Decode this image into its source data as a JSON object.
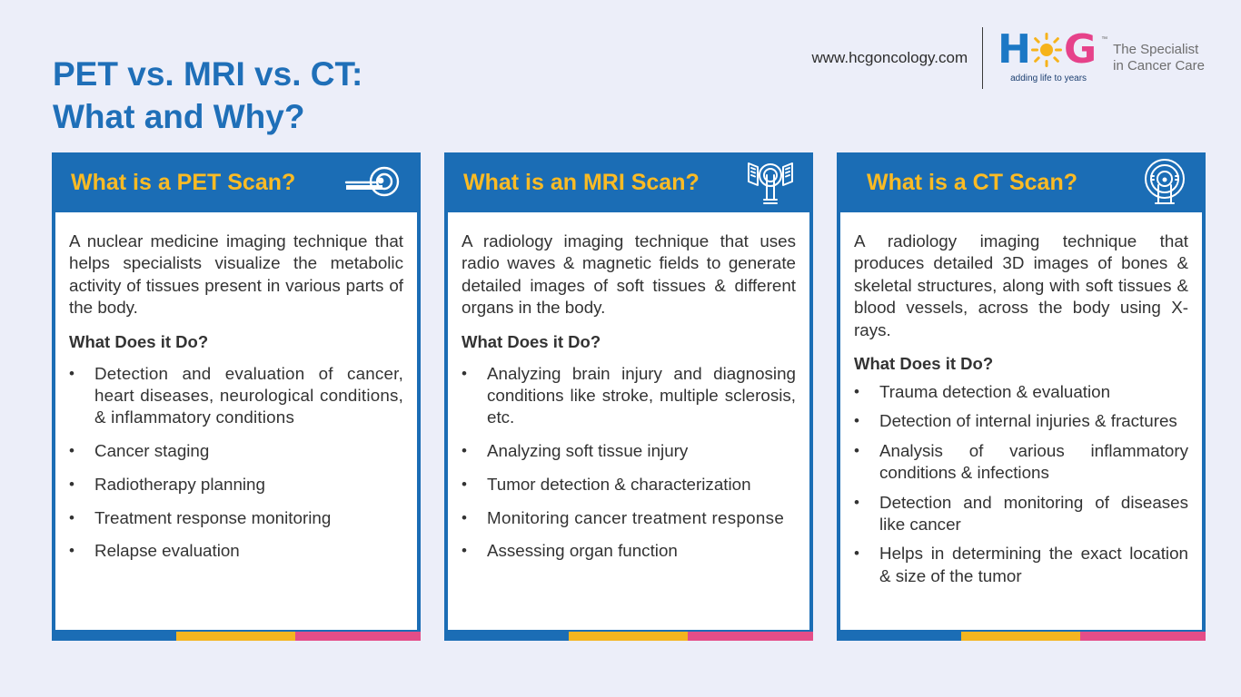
{
  "header": {
    "title_line1": "PET vs. MRI vs. CT:",
    "title_line2": "What and Why?",
    "website": "www.hcgoncology.com",
    "logo": {
      "tagline": "adding life to years",
      "specialist_line1": "The Specialist",
      "specialist_line2": "in Cancer Care",
      "tm": "™"
    }
  },
  "colors": {
    "primary_blue": "#1b6db5",
    "accent_yellow": "#fbbb24",
    "accent_pink": "#e44d88",
    "background": "#eceef9"
  },
  "cards": [
    {
      "title": "What is a PET Scan?",
      "icon": "pet-scanner-icon",
      "description": "A nuclear medicine imaging technique that helps specialists visualize the metabolic activity of tissues present in various parts of the body.",
      "subheading": "What Does it Do?",
      "items": [
        "Detection and evaluation of cancer, heart diseases, neurological conditions, & inflammatory conditions",
        "Cancer staging",
        "Radiotherapy planning",
        "Treatment response monitoring",
        "Relapse evaluation"
      ]
    },
    {
      "title": "What is an MRI Scan?",
      "icon": "mri-scanner-icon",
      "description": "A radiology imaging technique that uses radio waves & magnetic fields to generate detailed images of soft tissues & different organs in the body.",
      "subheading": "What Does it Do?",
      "items": [
        "Analyzing brain injury and diagnosing conditions like stroke, multiple sclerosis, etc.",
        "Analyzing soft tissue injury",
        "Tumor detection & characterization",
        "Monitoring cancer treatment response",
        "Assessing organ function"
      ]
    },
    {
      "title": "What is a CT Scan?",
      "icon": "ct-scanner-icon",
      "description": "A radiology imaging technique that produces detailed 3D images of bones & skeletal structures, along with soft tissues & blood vessels, across the body using X-rays.",
      "subheading": "What Does it Do?",
      "items": [
        "Trauma detection & evaluation",
        "Detection of internal injuries & fractures",
        "Analysis of various inflammatory conditions & infections",
        "Detection and monitoring of diseases like cancer",
        "Helps in determining the exact location & size of the tumor"
      ]
    }
  ]
}
